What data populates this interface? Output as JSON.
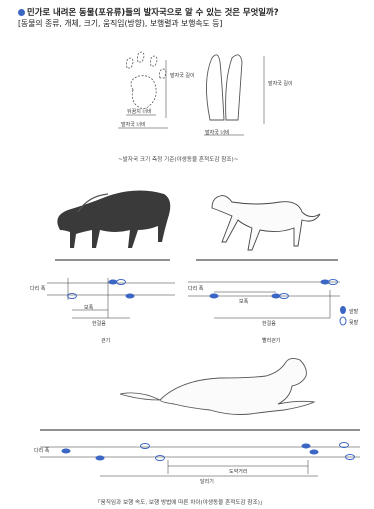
{
  "header": {
    "title": "민가로 내려온 동물(포유류)들의 발자국으로 알 수 있는 것은 무엇일까?",
    "subtitle": "[동물의 종류, 개체, 크기, 움직임(방향), 보행렬과 보행속도 등]"
  },
  "figure1": {
    "len_label_a": "발자국 길이",
    "heel_width": "뒤꿈치 너비",
    "foot_width": "발자국 너비",
    "len_label_b": "발자국 길이",
    "foot_width_b": "발자국 너비",
    "caption": "~발자국 크기 측정 기준(야생동물 흔적도감 참조)~"
  },
  "figure2": {
    "left": {
      "straddle": "다리 폭",
      "stride": "보폭",
      "pace": "한걸음",
      "gait": "걷기"
    },
    "right": {
      "straddle": "다리 폭",
      "stride": "보폭",
      "pace": "한걸음",
      "gait": "빨리걷기"
    },
    "legend": {
      "front": "앞발",
      "hind": "뒷발"
    }
  },
  "figure3": {
    "straddle": "다리 폭",
    "leap": "도약거리",
    "gait": "달리기"
  },
  "footer": {
    "caption": "「움직임과 보행 속도, 보행 방법에 따른 차이(야생동물 흔적도감 참조)」"
  }
}
